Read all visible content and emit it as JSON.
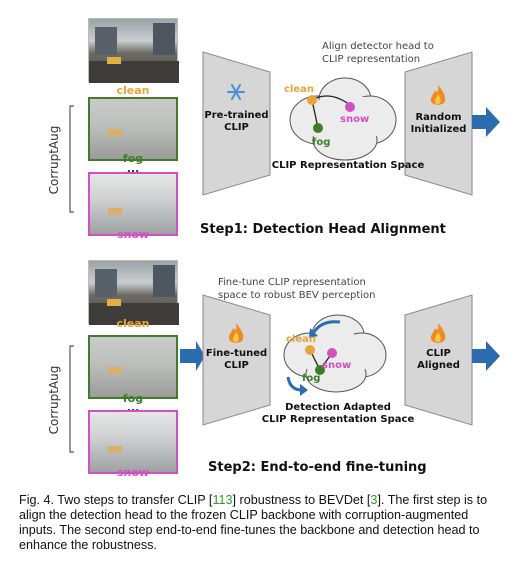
{
  "colors": {
    "clean": "#e8a43a",
    "fog": "#3f7d2a",
    "snow": "#d24fc4",
    "arrow": "#2b6cb0",
    "block": "#d6d6d6",
    "cloud": "#ececec"
  },
  "step1": {
    "thumb_labels": {
      "clean": "clean",
      "fog": "fog",
      "snow": "snow"
    },
    "ellipsis": "...",
    "corruptaug": "CorruptAug",
    "encoder_label": [
      "Pre-trained",
      "CLIP"
    ],
    "head_label": [
      "Random",
      "Initialized"
    ],
    "encoder_icon": "snowflake-icon",
    "head_icon": "fire-icon",
    "note": [
      "Align detector head to",
      "CLIP representation"
    ],
    "space_points": {
      "clean": "clean",
      "fog": "fog",
      "snow": "snow"
    },
    "space_label": "CLIP Representation Space",
    "title": "Step1: Detection Head Alignment"
  },
  "step2": {
    "thumb_labels": {
      "clean": "clean",
      "fog": "fog",
      "snow": "snow"
    },
    "ellipsis": "...",
    "corruptaug": "CorruptAug",
    "encoder_label": [
      "Fine-tuned",
      "CLIP"
    ],
    "head_label": [
      "CLIP",
      "Aligned"
    ],
    "encoder_icon": "fire-icon",
    "head_icon": "fire-icon",
    "note": [
      "Fine-tune CLIP representation",
      "space to robust BEV perception"
    ],
    "space_points": {
      "clean": "clean",
      "fog": "fog",
      "snow": "snow"
    },
    "space_label": [
      "Detection Adapted",
      "CLIP Representation Space"
    ],
    "title": "Step2: End-to-end fine-tuning"
  },
  "caption": {
    "part1": "Fig. 4. Two steps to transfer CLIP [",
    "ref1": "113",
    "part2": "] robustness to BEVDet [",
    "ref2": "3",
    "part3": "]. The first step is to align the detection head to the frozen CLIP backbone with corruption-augmented inputs. The second step end-to-end fine-tunes the backbone and detection head to enhance the robustness."
  }
}
